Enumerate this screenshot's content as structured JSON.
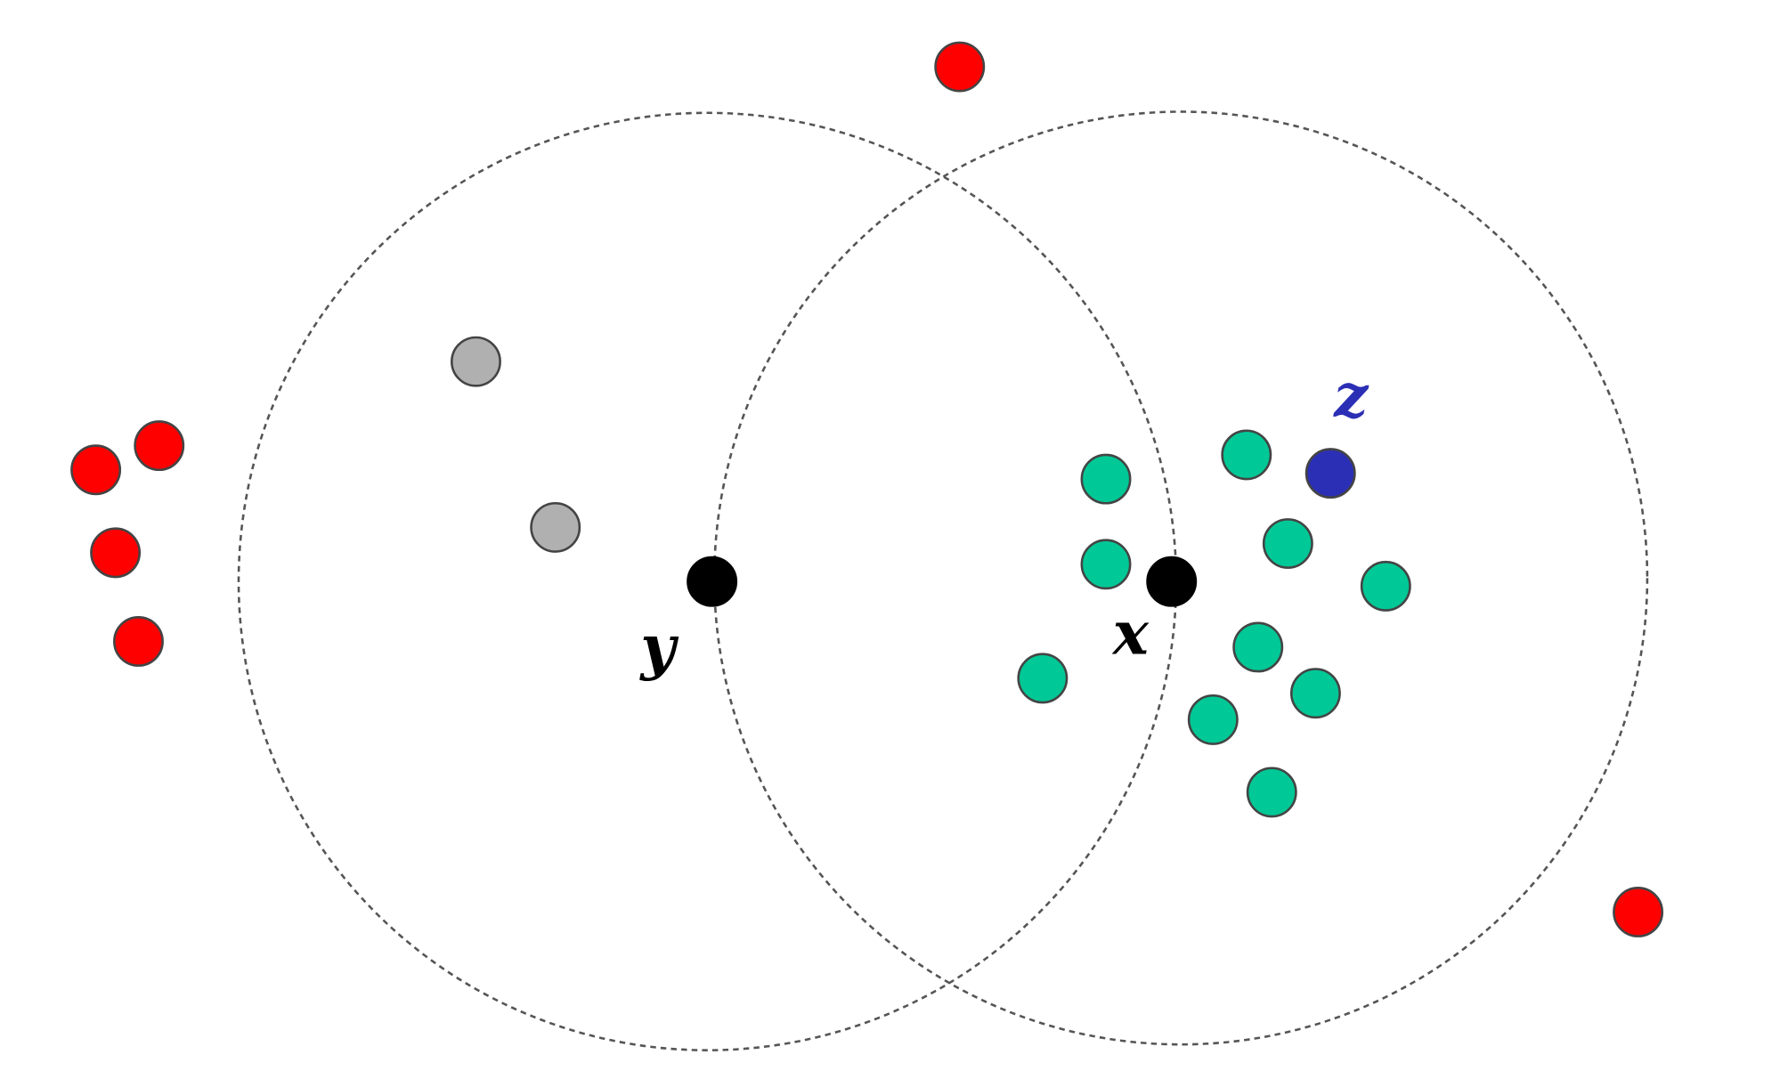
{
  "labels": {
    "y": "y",
    "x": "x",
    "z": "z"
  },
  "colors": {
    "red": "#ff0000",
    "grey": "#b0b0b0",
    "black": "#000000",
    "teal": "#00c896",
    "blue": "#2b2fb5",
    "circle": "#555555"
  }
}
